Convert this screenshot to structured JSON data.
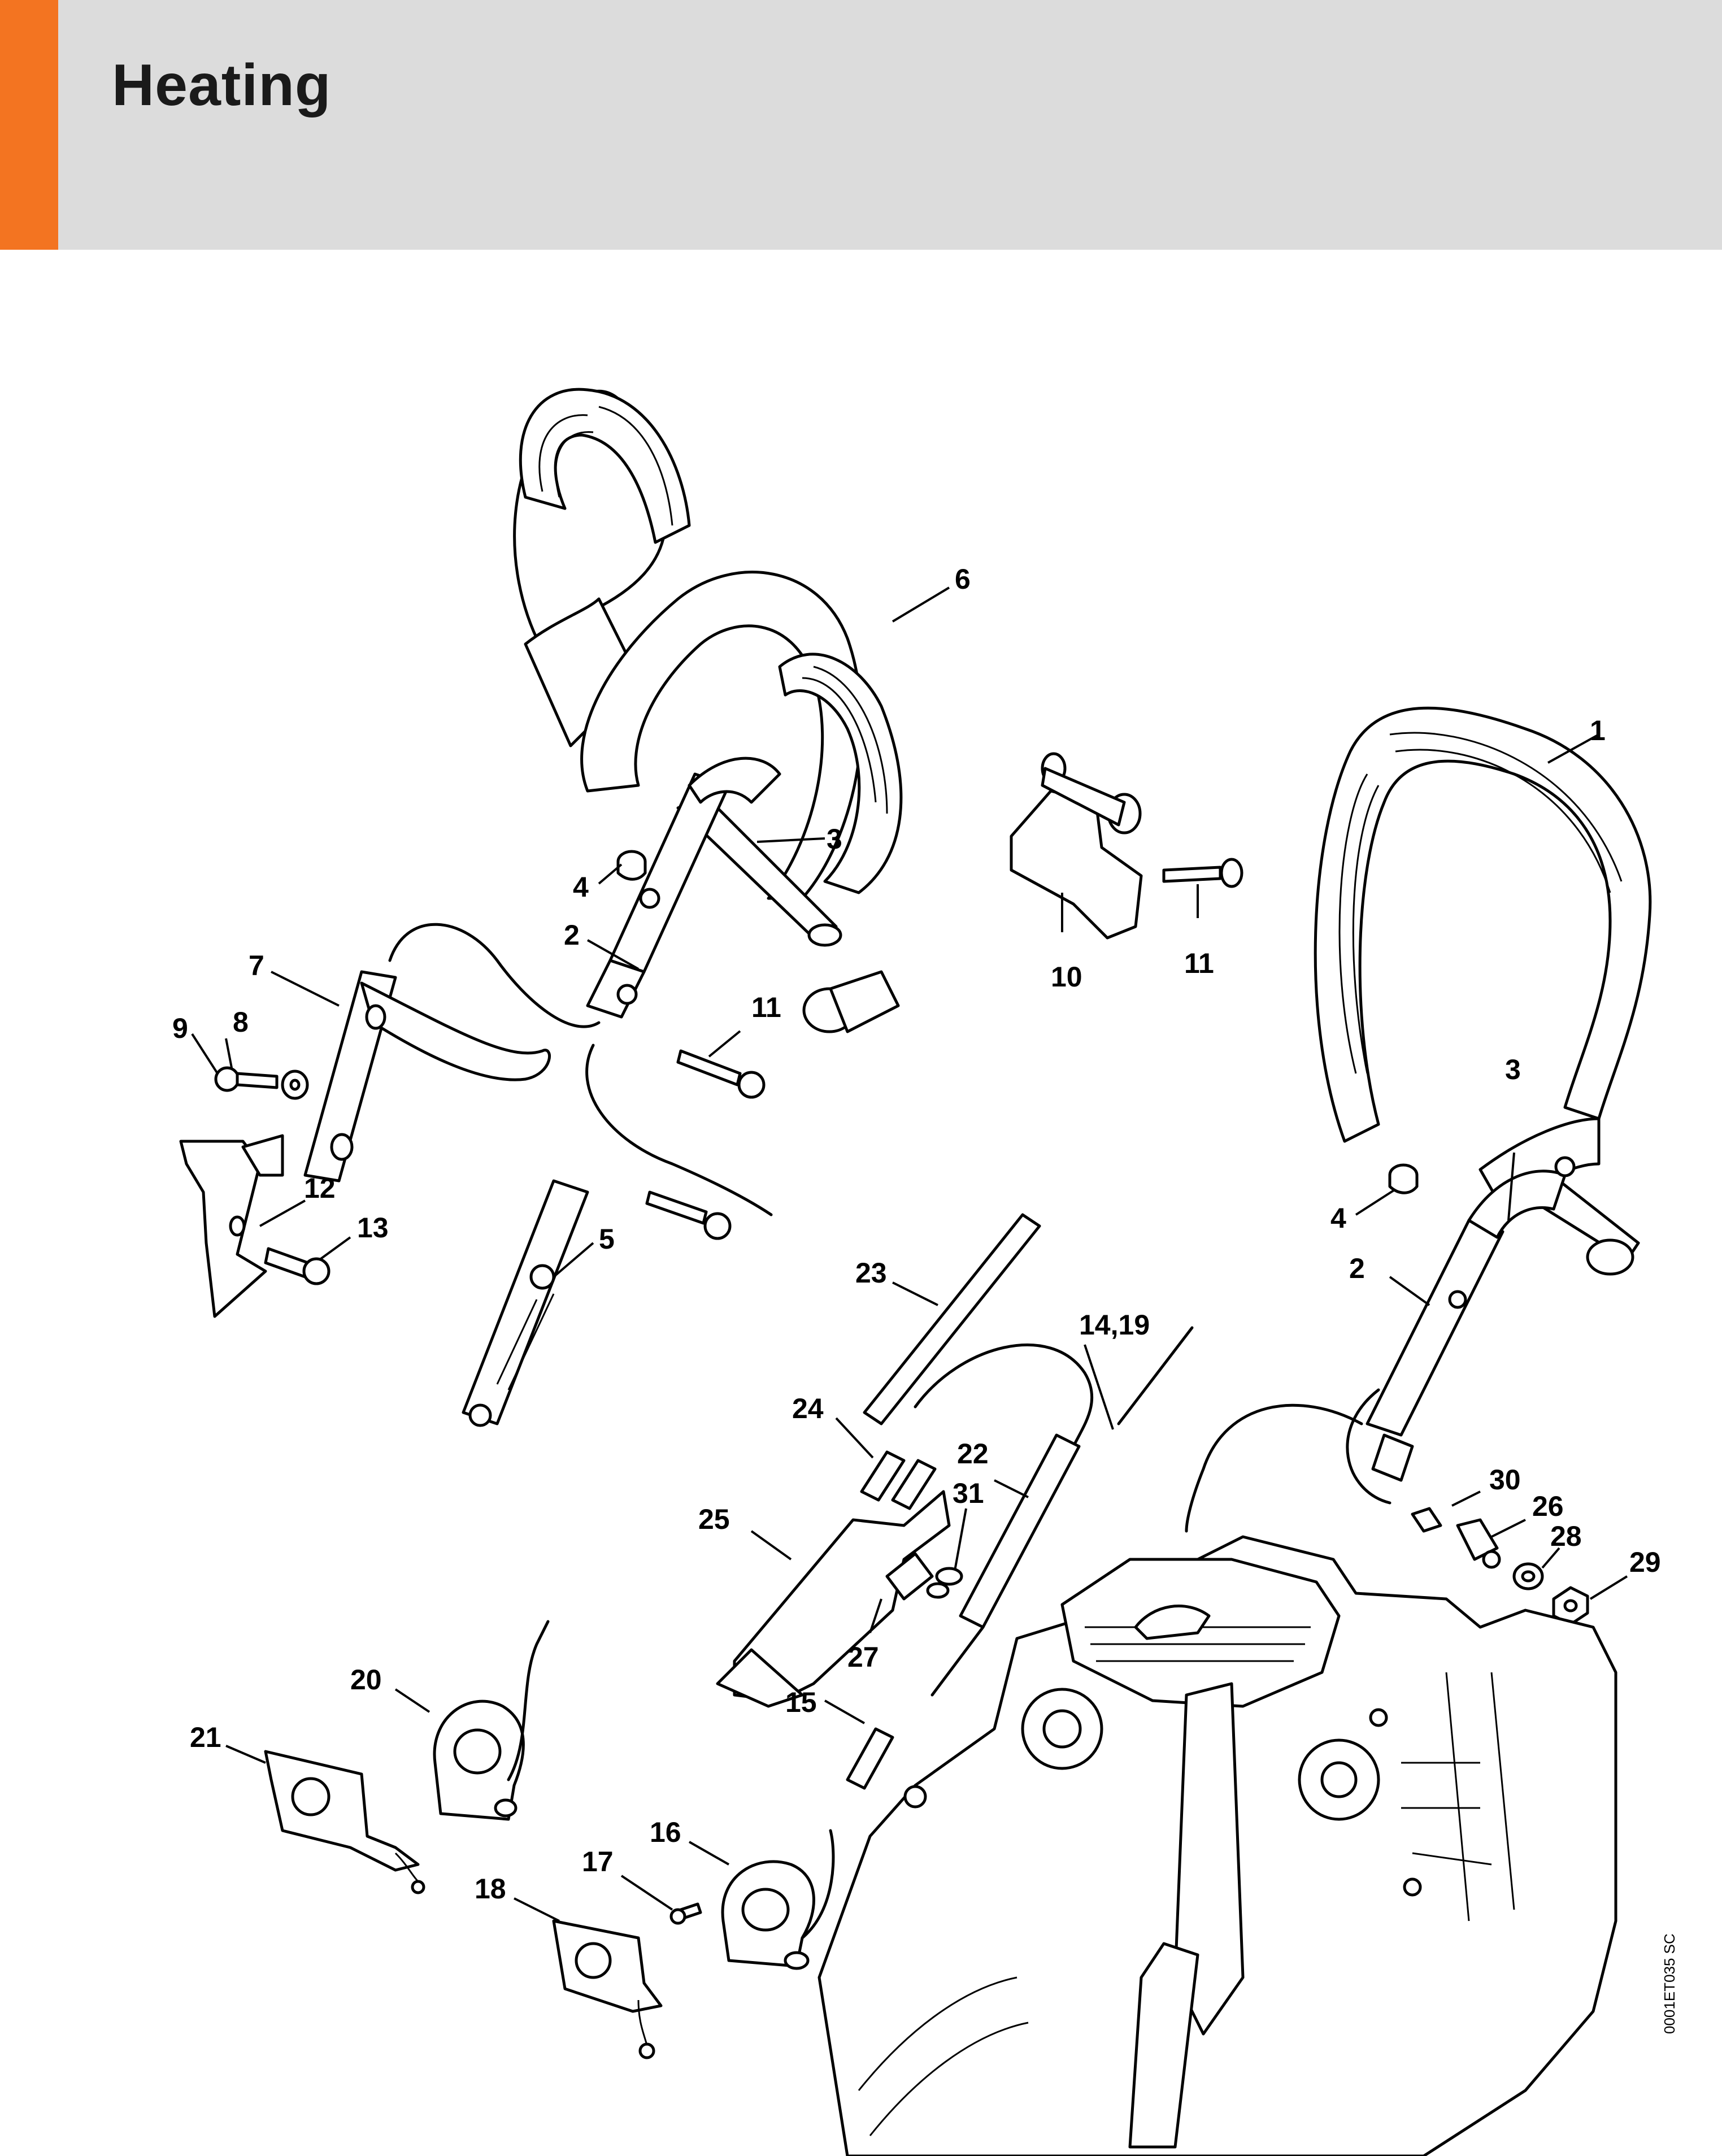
{
  "header": {
    "title": "Heating",
    "accent_color": "#f37421",
    "background_color": "#dcdcdc"
  },
  "diagram": {
    "image_code": "0001ET035 SC",
    "callouts": [
      "1",
      "2",
      "3",
      "4",
      "5",
      "6",
      "7",
      "8",
      "9",
      "10",
      "11",
      "12",
      "13",
      "14,19",
      "15",
      "16",
      "17",
      "18",
      "20",
      "21",
      "22",
      "23",
      "24",
      "25",
      "26",
      "27",
      "28",
      "29",
      "30",
      "31"
    ]
  }
}
